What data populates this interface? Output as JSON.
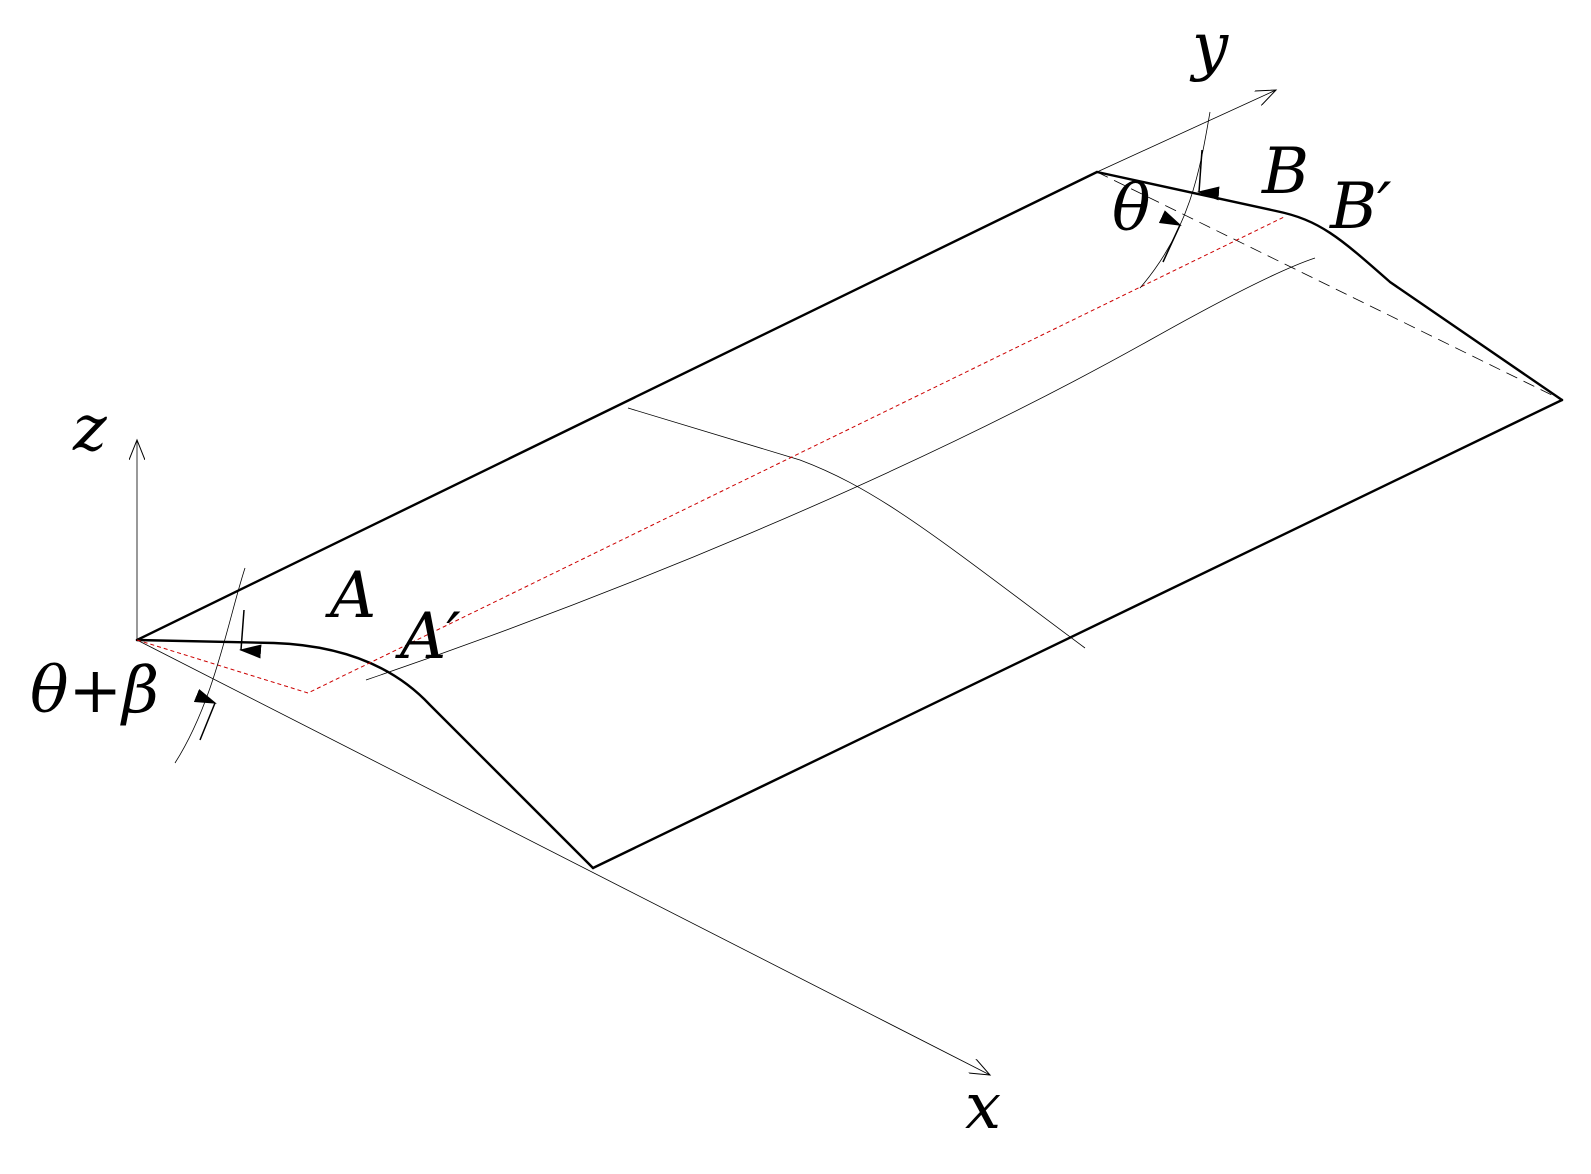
{
  "labels": {
    "z_axis": "z",
    "y_axis": "y",
    "x_axis": "x",
    "point_A": "A",
    "point_A_prime": "A′",
    "point_B": "B",
    "point_B_prime": "B′",
    "angle_left": "θ+β",
    "angle_right": "θ"
  },
  "colors": {
    "outline": "#000000",
    "centerline": "#cc0000"
  }
}
